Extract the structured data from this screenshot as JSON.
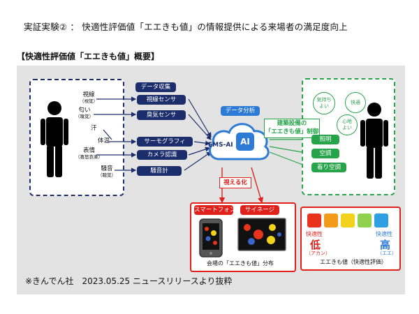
{
  "header": {
    "title": "実証実験② ： 快適性評価値「エエきも値」の情報提供による来場者の満足度向上"
  },
  "section_title": "【快適性評価値「エエきも値」概要】",
  "senses": [
    {
      "main": "視線",
      "sub": "（視覚）"
    },
    {
      "main": "匂い",
      "sub": "（嗅覚）"
    },
    {
      "main": "汗",
      "sub": ""
    },
    {
      "main": "体温",
      "sub": ""
    },
    {
      "main": "表情",
      "sub": "（喜怒哀楽）"
    },
    {
      "main": "騒音",
      "sub": "（聴覚）"
    }
  ],
  "data_collection_label": "データ収集",
  "sensors": [
    "視線センサ",
    "臭気センサ",
    "サーモグラフィ",
    "カメラ認識",
    "騒音計"
  ],
  "analysis_label": "データ分析",
  "cloud": {
    "name": "EMS-AI",
    "badge": "AI"
  },
  "control_label": "建築設備の\n「エエきも値」制御",
  "outputs": [
    "照明",
    "空調",
    "着り空調"
  ],
  "feelings": [
    "気持ち\nよい",
    "快適",
    "心地\nよい"
  ],
  "visualize_label": "視える化",
  "visual": {
    "smartphone_label": "スマートフォン",
    "signage_label": "サイネージ",
    "caption": "会場の「エエきも値」分布"
  },
  "scale": {
    "low_top": "快適性",
    "low_big": "低",
    "low_sub": "（アカン）",
    "high_top": "快適性",
    "high_big": "高",
    "high_sub": "（エエ）",
    "caption": "エエきも値（快適性評価）"
  },
  "footer": "※きんでん社　2023.05.25 ニュースリリースより抜粋",
  "colors": {
    "navy": "#1c2d6b",
    "blue": "#2e7bd6",
    "green": "#27a34a",
    "red": "#e0201b"
  }
}
